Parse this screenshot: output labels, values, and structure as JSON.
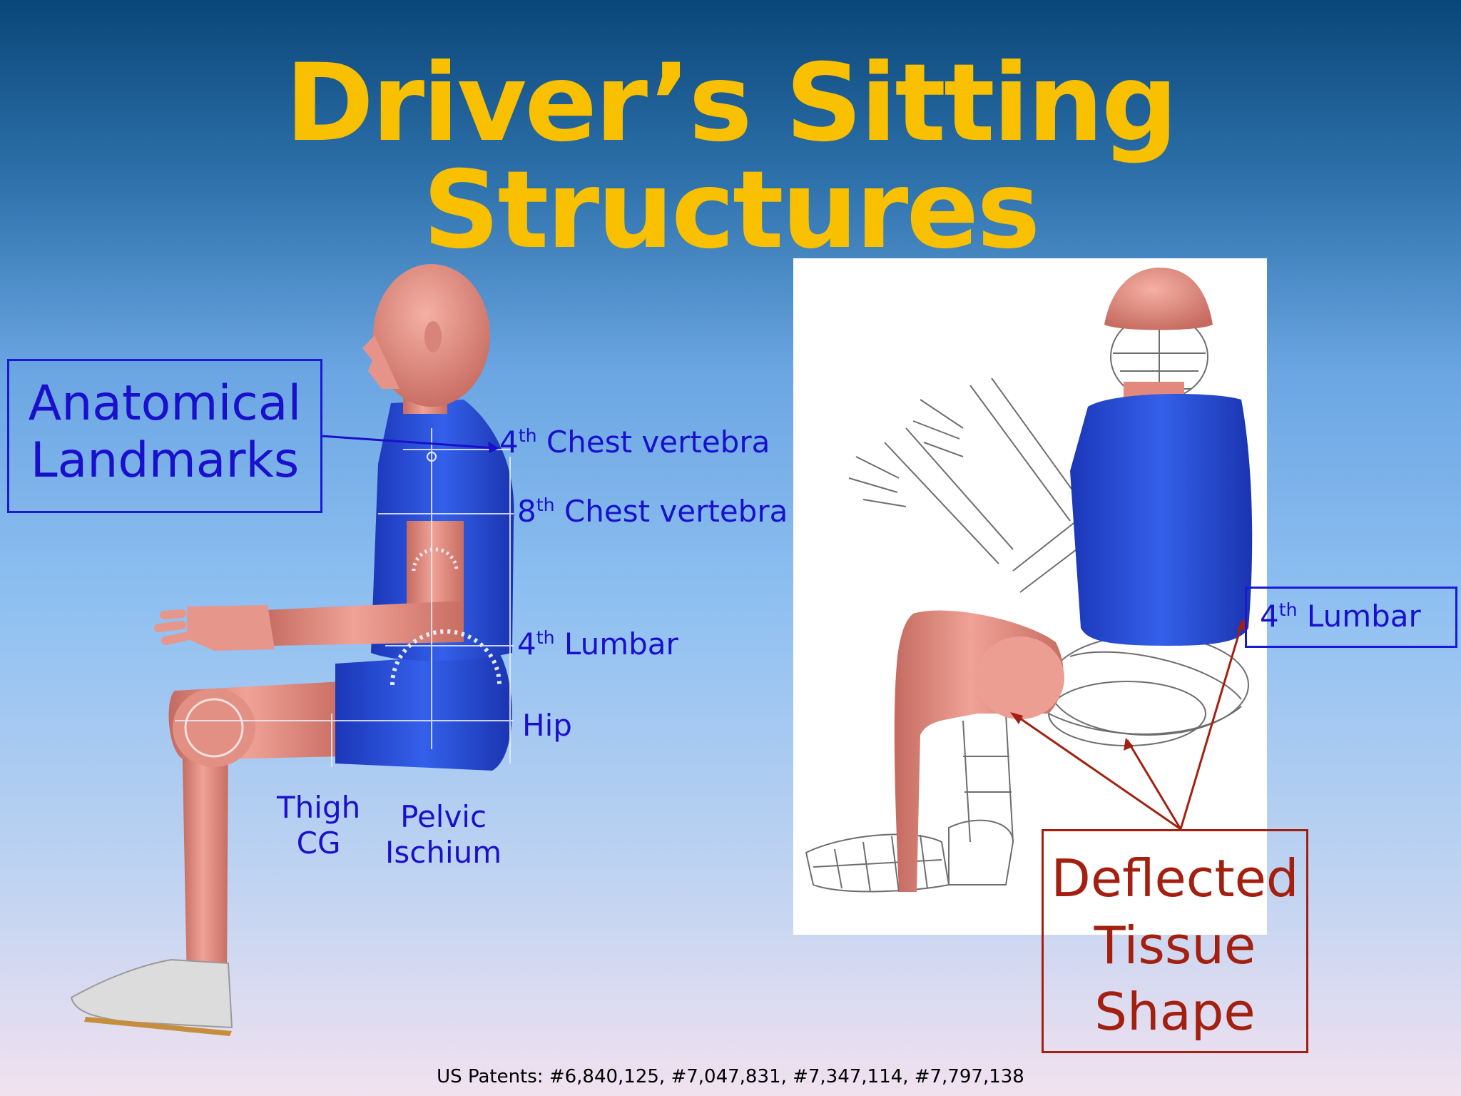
{
  "title": "Driver’s Sitting Structures",
  "anatomical_box": {
    "line1": "Anatomical",
    "line2": "Landmarks"
  },
  "labels": {
    "chest4": {
      "num": "4",
      "sup": "th",
      "text": " Chest vertebra"
    },
    "chest8": {
      "num": "8",
      "sup": "th",
      "text": " Chest vertebra"
    },
    "lumbar4_left": {
      "num": "4",
      "sup": "th",
      "text": " Lumbar"
    },
    "hip": "Hip",
    "thigh_cg": {
      "line1": "Thigh",
      "line2": "CG"
    },
    "pelvic": {
      "line1": "Pelvic",
      "line2": "Ischium"
    },
    "lumbar4_right": {
      "num": "4",
      "sup": "th",
      "text": " Lumbar"
    }
  },
  "deflected_box": {
    "line1": "Deflected",
    "line2": "Tissue",
    "line3": "Shape"
  },
  "patents": "US Patents: #6,840,125, #7,047,831, #7,347,114, #7,797,138",
  "colors": {
    "title": "#f9c000",
    "label_blue": "#1a10cc",
    "label_red": "#a32010",
    "skin": "#e8948a",
    "suit": "#2b4fd8"
  }
}
